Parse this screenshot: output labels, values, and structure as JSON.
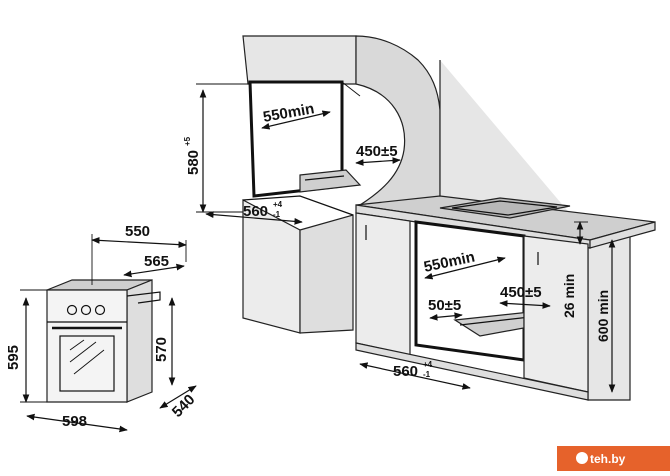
{
  "oven": {
    "width": "598",
    "height": "595",
    "depth": "540",
    "top_depth": "550",
    "inner_depth": "565",
    "body_height": "570"
  },
  "column_install": {
    "niche_depth": "550min",
    "niche_height_main": "580",
    "niche_height_tol": "+5",
    "vent_depth": "450±5",
    "niche_width_main": "560",
    "niche_width_tol_up": "+4",
    "niche_width_tol_down": "-1"
  },
  "undercounter_install": {
    "niche_depth": "550min",
    "gap": "50±5",
    "vent_depth": "450±5",
    "top_gap": "26 min",
    "niche_height": "600 min",
    "niche_width_main": "560",
    "niche_width_tol_up": "+4",
    "niche_width_tol_down": "-1"
  },
  "watermark": {
    "text": "teh.by",
    "color": "#e6622b"
  }
}
